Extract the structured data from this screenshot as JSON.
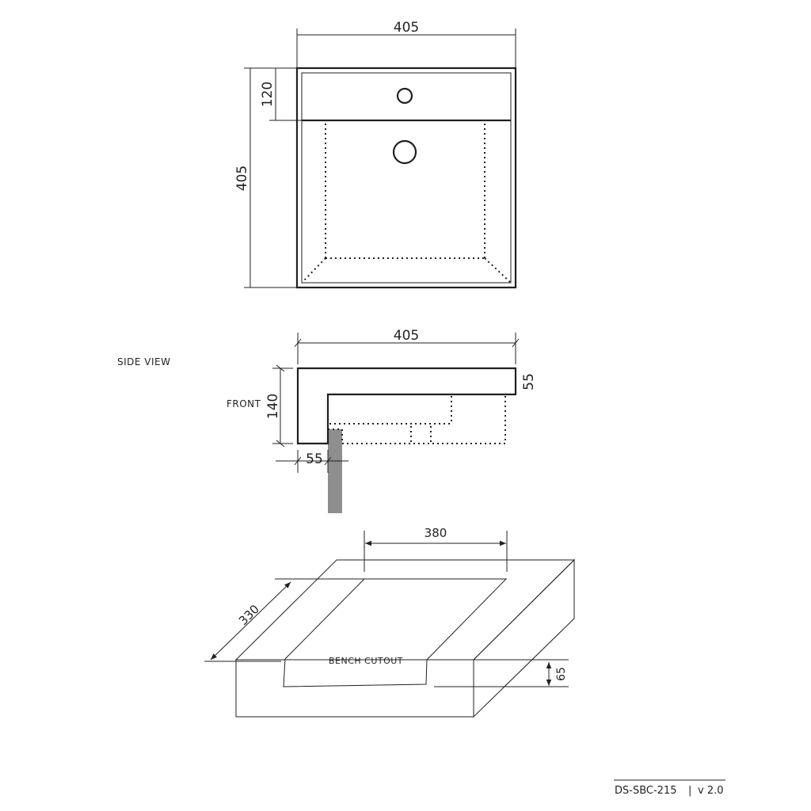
{
  "top_view": {
    "width_dim": "405",
    "depth_dim": "405",
    "deck_dim": "120"
  },
  "side_view": {
    "title": "SIDE VIEW",
    "front_label": "FRONT",
    "width_dim": "405",
    "height_dim": "140",
    "top_thickness_dim": "55",
    "front_wall_dim": "55"
  },
  "bench_cutout": {
    "label": "BENCH CUTOUT",
    "width_dim": "380",
    "depth_dim": "330",
    "thickness_dim": "65"
  },
  "footer": {
    "doc_code": "DS-SBC-215",
    "separator": "|",
    "version": "v 2.0"
  },
  "colors": {
    "line": "#231f20",
    "bench_fill": "#d4d4d6",
    "post_fill": "#8e8e90"
  }
}
